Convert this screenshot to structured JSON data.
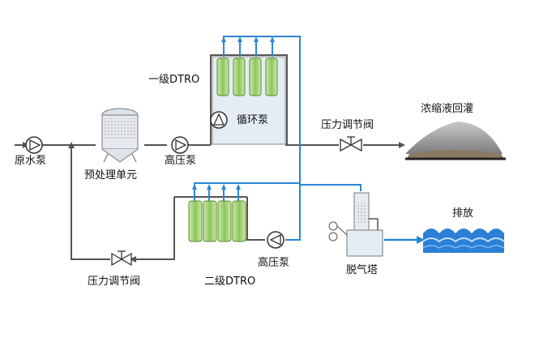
{
  "labels": {
    "raw_water_pump": "原水泵",
    "pretreatment_unit": "预处理单元",
    "high_pressure_pump_1": "高压泵",
    "stage1_dtro": "一级DTRO",
    "circulation_pump": "循环泵",
    "pressure_valve_right": "压力调节阀",
    "concentrate_reinjection": "浓缩液回灌",
    "stage2_dtro": "二级DTRO",
    "high_pressure_pump_2": "高压泵",
    "pressure_valve_left": "压力调节阀",
    "degassing_tower": "脱气塔",
    "discharge": "排放"
  },
  "colors": {
    "process_line": "#555555",
    "permeate_line": "#2a86d6",
    "membrane": "#9bd16a",
    "equipment_fill": "#e4ecf4",
    "water": "#2b7fd4",
    "sludge": "#8a7a63"
  },
  "icons": {
    "pump": "pump-icon",
    "valve": "valve-icon",
    "motor": "motor-icon",
    "tank": "tank-icon"
  }
}
